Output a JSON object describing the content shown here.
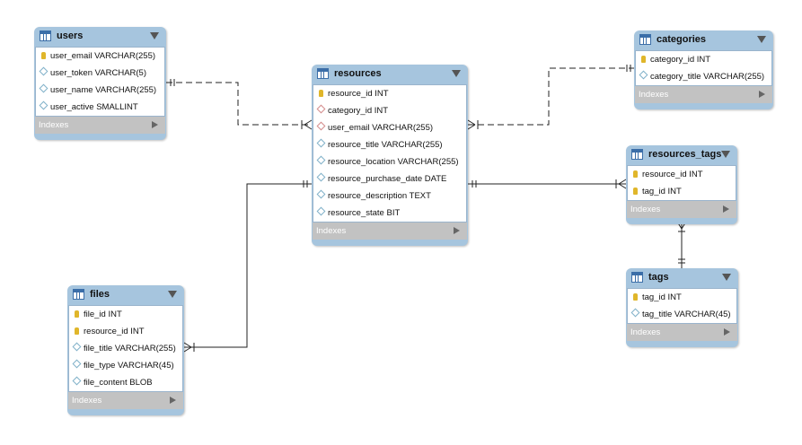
{
  "indexes_label": "Indexes",
  "tables": {
    "users": {
      "name": "users",
      "columns": [
        {
          "label": "user_email VARCHAR(255)",
          "kind": "pk"
        },
        {
          "label": "user_token VARCHAR(5)",
          "kind": "col"
        },
        {
          "label": "user_name VARCHAR(255)",
          "kind": "col"
        },
        {
          "label": "user_active SMALLINT",
          "kind": "col"
        }
      ]
    },
    "resources": {
      "name": "resources",
      "columns": [
        {
          "label": "resource_id INT",
          "kind": "pk"
        },
        {
          "label": "category_id INT",
          "kind": "fk"
        },
        {
          "label": "user_email VARCHAR(255)",
          "kind": "fk"
        },
        {
          "label": "resource_title VARCHAR(255)",
          "kind": "col"
        },
        {
          "label": "resource_location VARCHAR(255)",
          "kind": "col"
        },
        {
          "label": "resource_purchase_date DATE",
          "kind": "col"
        },
        {
          "label": "resource_description TEXT",
          "kind": "col"
        },
        {
          "label": "resource_state BIT",
          "kind": "col"
        }
      ]
    },
    "categories": {
      "name": "categories",
      "columns": [
        {
          "label": "category_id INT",
          "kind": "pk"
        },
        {
          "label": "category_title VARCHAR(255)",
          "kind": "col"
        }
      ]
    },
    "resources_tags": {
      "name": "resources_tags",
      "columns": [
        {
          "label": "resource_id INT",
          "kind": "pk"
        },
        {
          "label": "tag_id INT",
          "kind": "pk"
        }
      ]
    },
    "tags": {
      "name": "tags",
      "columns": [
        {
          "label": "tag_id INT",
          "kind": "pk"
        },
        {
          "label": "tag_title VARCHAR(45)",
          "kind": "col"
        }
      ]
    },
    "files": {
      "name": "files",
      "columns": [
        {
          "label": "file_id INT",
          "kind": "pk"
        },
        {
          "label": "resource_id INT",
          "kind": "pk"
        },
        {
          "label": "file_title VARCHAR(255)",
          "kind": "col"
        },
        {
          "label": "file_type VARCHAR(45)",
          "kind": "col"
        },
        {
          "label": "file_content BLOB",
          "kind": "col"
        }
      ]
    }
  },
  "colors": {
    "header": "#a6c5de",
    "footer": "#c2c2c2",
    "line": "#222222",
    "primary_key": "#e0b62a",
    "foreign_key": "#d38a8a",
    "column": "#7fb0c8"
  }
}
